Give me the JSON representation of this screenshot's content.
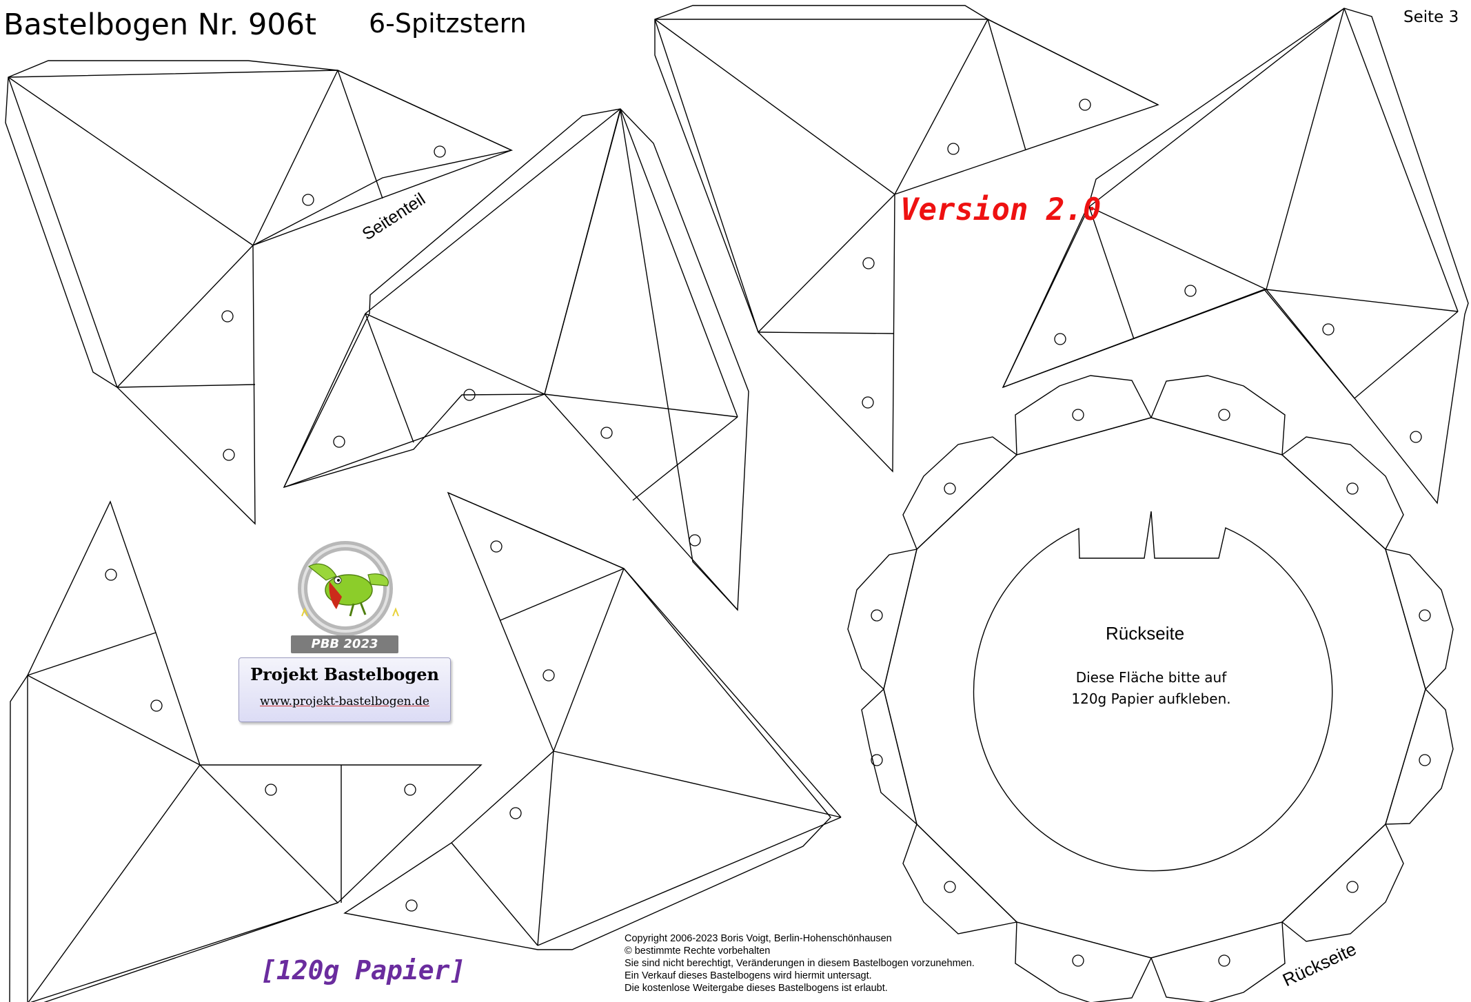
{
  "header": {
    "title": "Bastelbogen Nr. 906t",
    "subtitle": "6-Spitzstern",
    "page": "Seite 3"
  },
  "labels": {
    "version": "Version 2.0",
    "paper": "[120g Papier]",
    "side_part": "Seitenteil",
    "back_rotated": "Rückseite"
  },
  "back_panel": {
    "title": "Rückseite",
    "note_line1": "Diese Fläche bitte auf",
    "note_line2": "120g Papier aufkleben."
  },
  "logo": {
    "year_badge": "PBB 2023",
    "name": "Projekt Bastelbogen",
    "url": "www.projekt-bastelbogen.de"
  },
  "copyright": {
    "line1": "Copyright  2006-2023 Boris Voigt, Berlin-Hohenschönhausen",
    "line2": "© bestimmte Rechte vorbehalten",
    "line3": "Sie sind nicht berechtigt, Veränderungen in diesem Bastelbogen vorzunehmen.",
    "line4": "Ein Verkauf dieses Bastelbogens wird hiermit untersagt.",
    "line5": "Die kostenlose Weitergabe dieses Bastelbogens ist erlaubt."
  },
  "colors": {
    "version": "#ee1111",
    "paper_note": "#6a2c9e",
    "line": "#000000",
    "parrot": "#8ccd2a"
  },
  "icons": [
    "glue-dot-icon",
    "parrot-mascot-icon"
  ]
}
